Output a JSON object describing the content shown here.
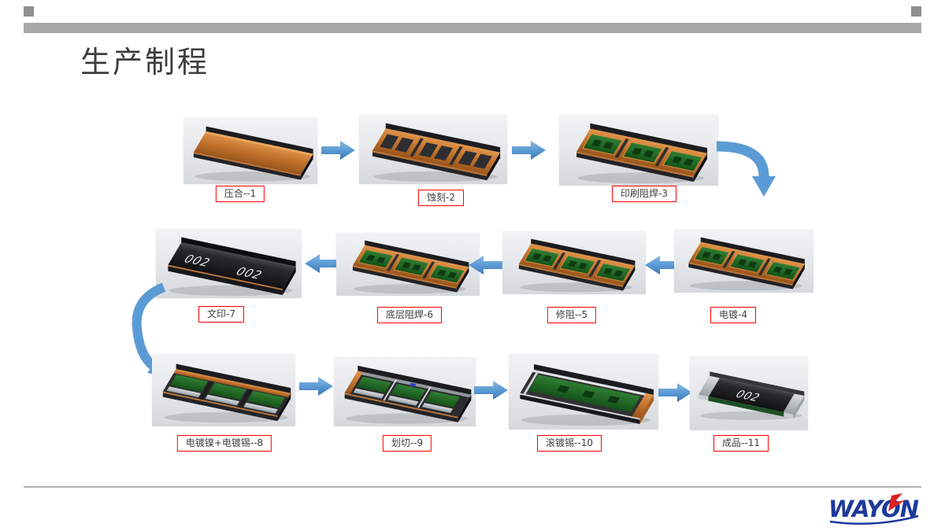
{
  "slide": {
    "title": "生产制程",
    "board_marking": "002"
  },
  "steps": [
    {
      "label": "压合--1"
    },
    {
      "label": "蚀刻-2"
    },
    {
      "label": "印刷阻焊-3"
    },
    {
      "label": "电镀-4"
    },
    {
      "label": "修阻--5"
    },
    {
      "label": "底层阻焊-6"
    },
    {
      "label": "文印-7"
    },
    {
      "label": "电镀镍+电镀锡--8"
    },
    {
      "label": "划切--9"
    },
    {
      "label": "滚镀锡--10"
    },
    {
      "label": "成品--11"
    }
  ],
  "logo": {
    "text": "WAYON"
  },
  "colors": {
    "arrow_blue": "#5b9bd5",
    "label_border_red": "#ff0000",
    "header_bar_gray": "#a8a8a8",
    "logo_blue": "#1d3a9c",
    "logo_red": "#e02020",
    "copper": "#c0712c",
    "soldermask_green": "#1e5c1e"
  }
}
